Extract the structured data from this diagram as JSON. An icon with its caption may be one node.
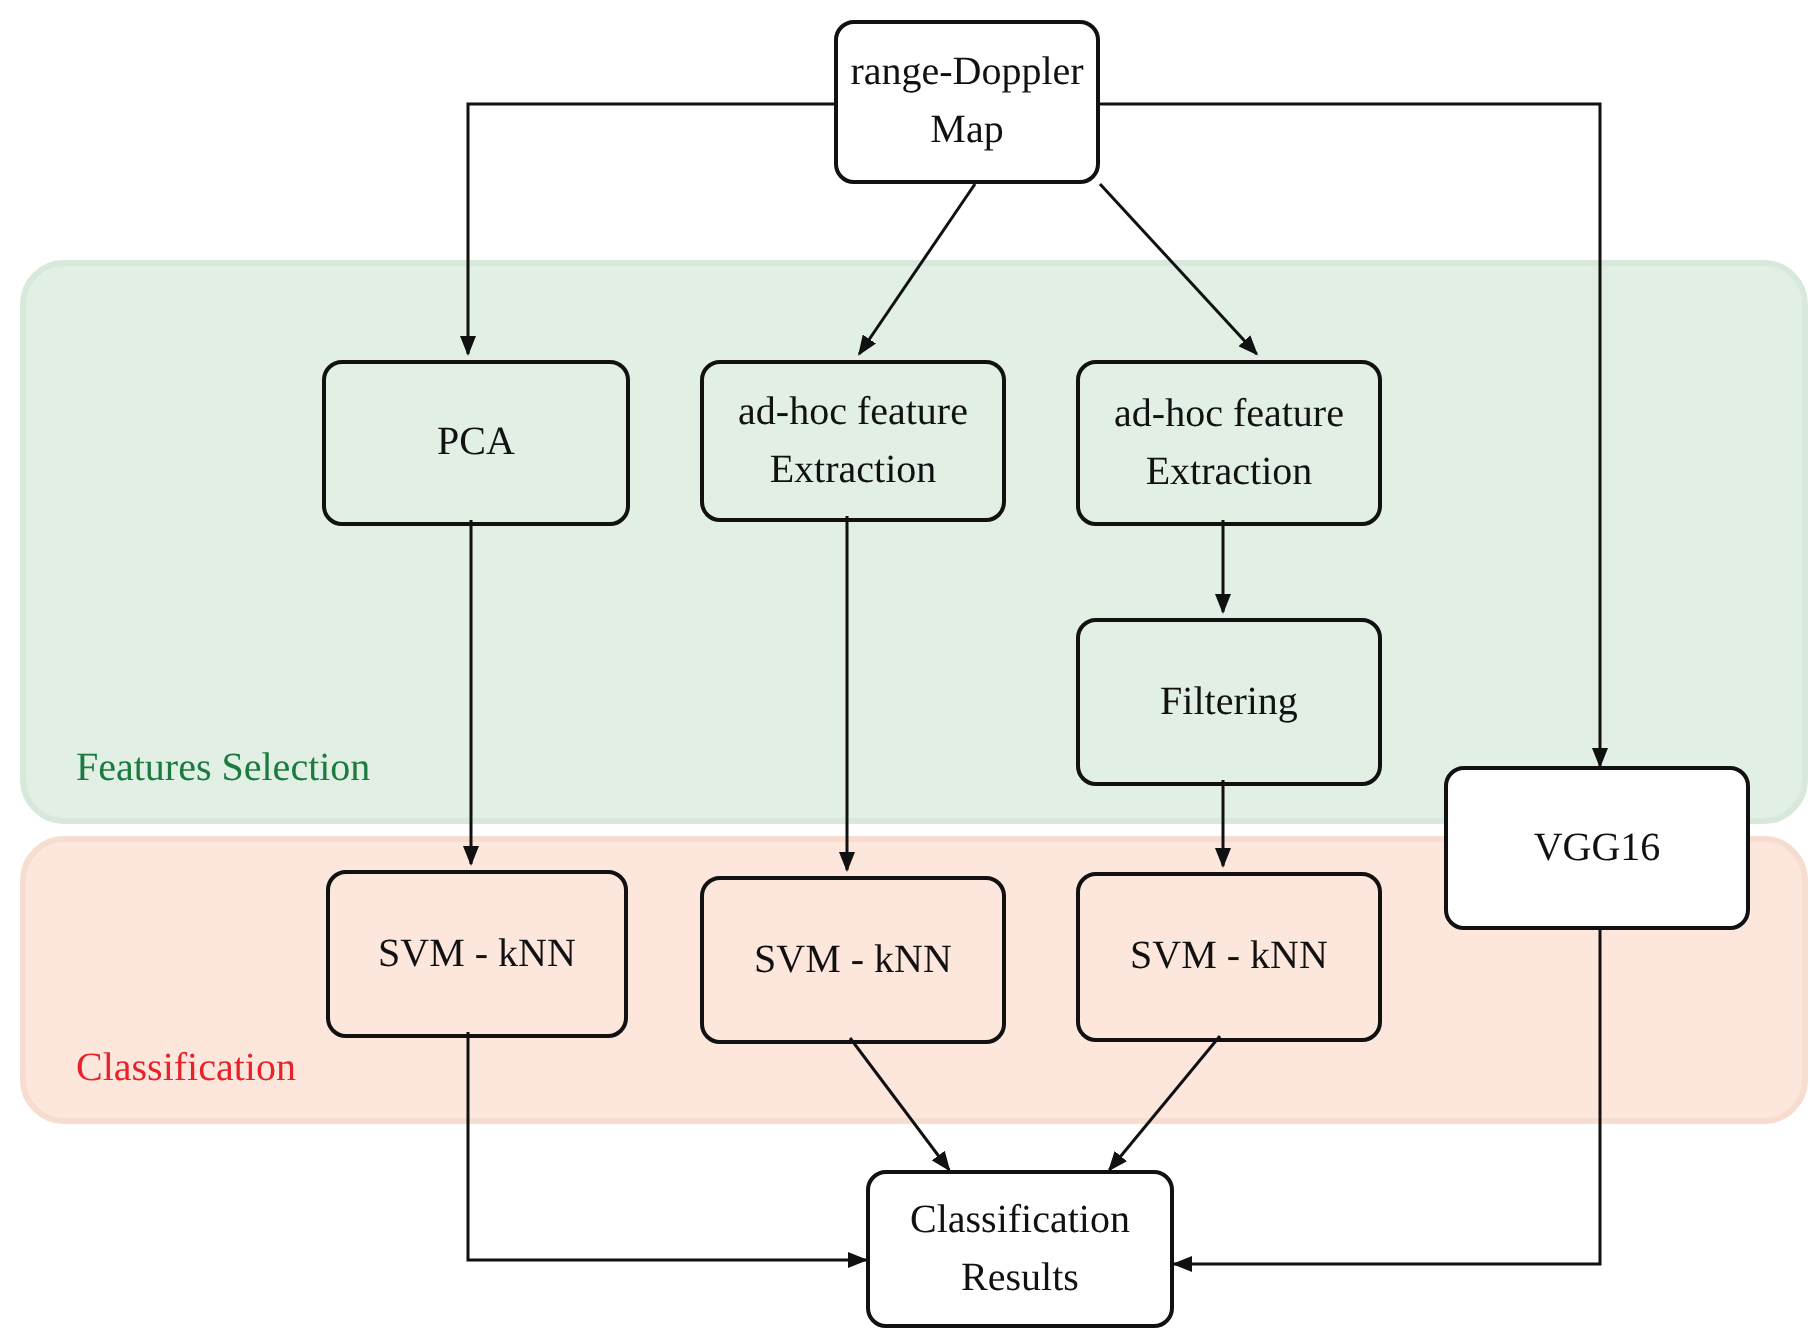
{
  "diagram": {
    "nodes": [
      {
        "text": [
          "range-Doppler Map"
        ]
      },
      {
        "text": [
          "Features Selection"
        ]
      },
      {
        "text": [
          "PCA"
        ],
        "in": 1
      },
      {
        "text": [
          "ad-hoc feature Extraction"
        ],
        "in": 1
      },
      {
        "text": [
          "ad-hoc feature Extraction"
        ],
        "in": 1
      },
      {
        "text": [
          "Filtering"
        ],
        "in": 1
      },
      {
        "text": [
          "Classification"
        ]
      },
      {
        "text": [
          "SVM - kNN"
        ],
        "in": 6
      },
      {
        "text": [
          "SVM - kNN"
        ],
        "in": 6
      },
      {
        "text": [
          "SVM - kNN"
        ],
        "in": 6
      },
      {
        "text": [
          "VGG16"
        ]
      },
      {
        "text": [
          "Classification Results"
        ]
      }
    ],
    "edges": [
      {
        "from": 0,
        "to": 2,
        "arrow": "to"
      },
      {
        "from": 0,
        "to": 3,
        "arrow": "to"
      },
      {
        "from": 0,
        "to": 4,
        "arrow": "to"
      },
      {
        "from": 0,
        "to": 10,
        "arrow": "to"
      },
      {
        "from": 2,
        "to": 7,
        "arrow": "to"
      },
      {
        "from": 3,
        "to": 8,
        "arrow": "to"
      },
      {
        "from": 4,
        "to": 5,
        "arrow": "to"
      },
      {
        "from": 5,
        "to": 9,
        "arrow": "to"
      },
      {
        "from": 7,
        "to": 11,
        "arrow": "to"
      },
      {
        "from": 8,
        "to": 11,
        "arrow": "to"
      },
      {
        "from": 9,
        "to": 11,
        "arrow": "to"
      },
      {
        "from": 10,
        "to": 11,
        "arrow": "to"
      }
    ]
  }
}
